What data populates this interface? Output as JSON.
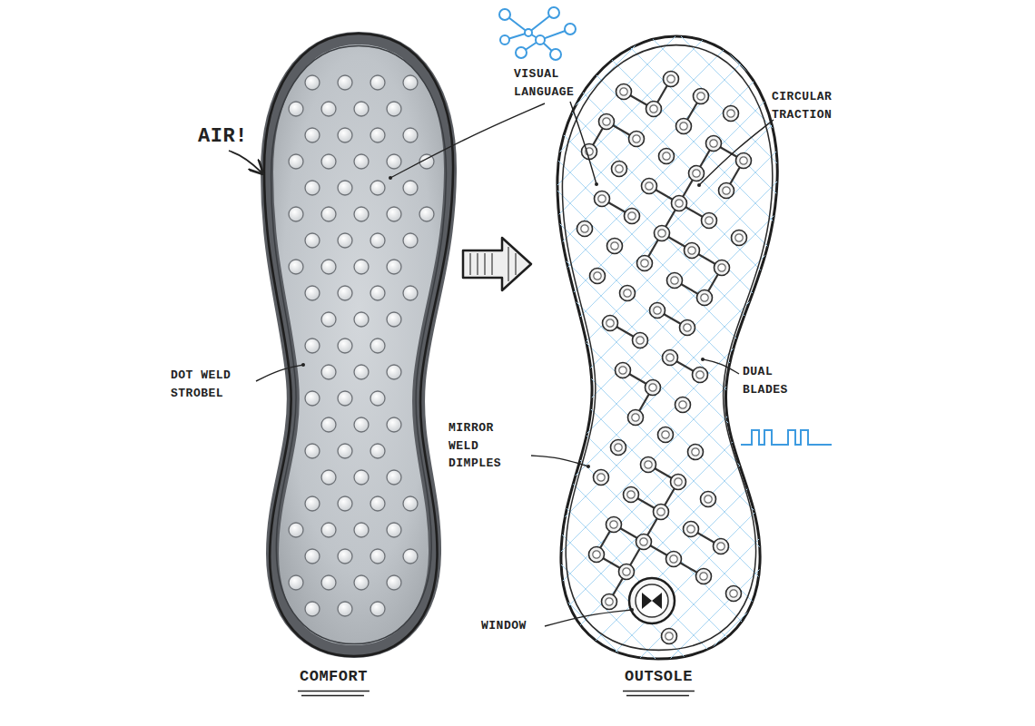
{
  "diagram": {
    "labels": [
      "AIR!",
      "VISUAL LANGUAGE",
      "DOT WELD STROBEL",
      "COMFORT",
      "CIRCULAR TRACTION",
      "DUAL BLADES",
      "MIRROR WELD DIMPLES",
      "WINDOW",
      "OUTSOLE"
    ]
  }
}
